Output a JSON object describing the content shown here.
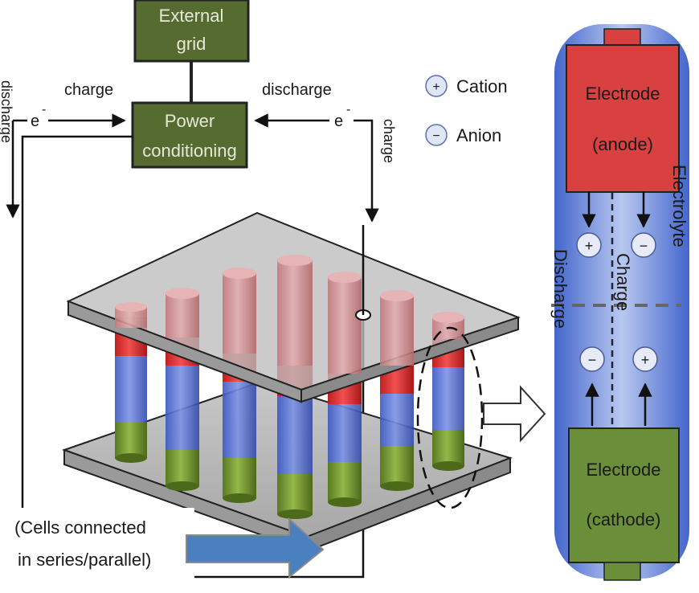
{
  "external_grid": {
    "line1": "External",
    "line2": "grid"
  },
  "power_conditioning": {
    "line1": "Power",
    "line2": "conditioning"
  },
  "flow": {
    "charge_left": "charge",
    "discharge_right": "discharge",
    "electron_left": "e",
    "electron_right": "e",
    "electron_sup": "-",
    "discharge_vertical": "discharge",
    "charge_vertical": "charge"
  },
  "legend": {
    "cation_symbol": "+",
    "cation_label": "Cation",
    "anion_symbol": "−",
    "anion_label": "Anion"
  },
  "cell_detail": {
    "anode_line1": "Electrode",
    "anode_line2": "(anode)",
    "cathode_line1": "Electrode",
    "cathode_line2": "(cathode)",
    "electrolyte": "Electrolyte",
    "discharge": "Discharge",
    "charge": "Charge",
    "ion_plus": "+",
    "ion_minus": "−"
  },
  "cells_caption": {
    "line1": "(Cells connected",
    "line2": "in series/parallel)"
  },
  "colors": {
    "box_green": "#556b2f",
    "electrode_red": "#d94040",
    "electrolyte_blue": "#5b7fd6",
    "cathode_green": "#6b8e3a",
    "arrow_blue": "#4a7fc0",
    "plate_gray": "#b8b8b8"
  }
}
